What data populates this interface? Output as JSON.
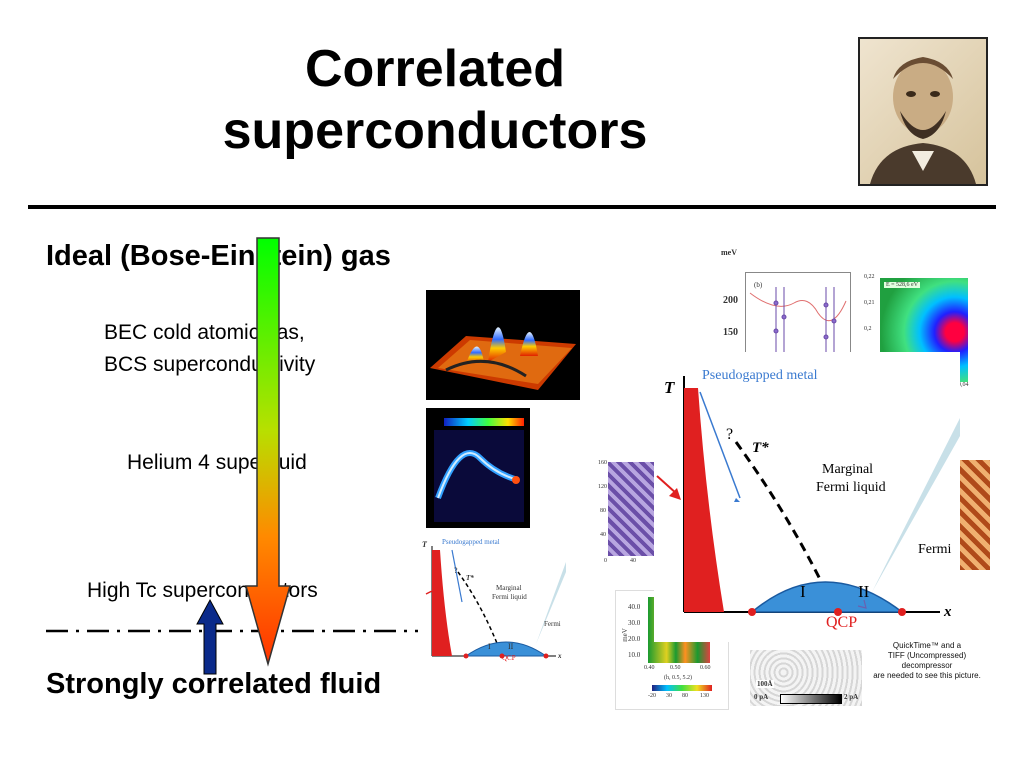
{
  "slide": {
    "title_line1": "Correlated",
    "title_line2": "superconductors",
    "heading_top": "Ideal (Bose-Einstein) gas",
    "bec_line1": "BEC cold atomic gas,",
    "bec_line2": "BCS superconductivity",
    "helium": "Helium 4 superfluid",
    "hightc": "High Tc superconductors",
    "heading_bottom": "Strongly correlated fluid"
  },
  "phase_diagram": {
    "axis_t": "T",
    "axis_x": "x",
    "pseudogap": "Pseudogapped metal",
    "question": "?",
    "tstar": "T*",
    "marginal_line1": "Marginal",
    "marginal_line2": "Fermi liquid",
    "fermi": "Fermi",
    "dome_i": "I",
    "dome_ii": "II",
    "qcp": "QCP"
  },
  "small_diagram": {
    "pseudogap": "Pseudogapped metal",
    "tstar": "T*",
    "marginal_line1": "Marginal",
    "marginal_line2": "Fermi liquid",
    "fermi": "Fermi",
    "dome_i": "I",
    "dome_ii": "II",
    "qcp": "QCP",
    "axis_t": "T",
    "axis_x": "x",
    "question": "?"
  },
  "dispersion_plot": {
    "unit": "meV",
    "tick1": "200",
    "tick2": "150",
    "panel_label": "(b)"
  },
  "arpes_plot": {
    "energy_label": "E = 528,6 eV",
    "tick_top": "0,22",
    "tick_mid": "0,21",
    "tick_low": "0,2",
    "tick_right": "0,04"
  },
  "stm_left": {
    "t160": "160",
    "t120": "120",
    "t80": "80",
    "t40": "40",
    "t0": "0",
    "x40": "40"
  },
  "map_plot": {
    "ylabel": "meV",
    "y40": "40.0",
    "y30": "30.0",
    "y20": "20.0",
    "y10": "10.0",
    "x1": "0.40",
    "x2": "0.50",
    "x3": "0.60",
    "xlabel": "(h, 0.5, 5.2)",
    "c1": "-20",
    "c2": "30",
    "c3": "80",
    "c4": "130"
  },
  "stm_bottom": {
    "scale": "100Å",
    "left": "0 pA",
    "right": "2 pA"
  },
  "quicktime": {
    "line1": "QuickTime™ and a",
    "line2": "TIFF (Uncompressed) decompressor",
    "line3": "are needed to see this picture."
  }
}
